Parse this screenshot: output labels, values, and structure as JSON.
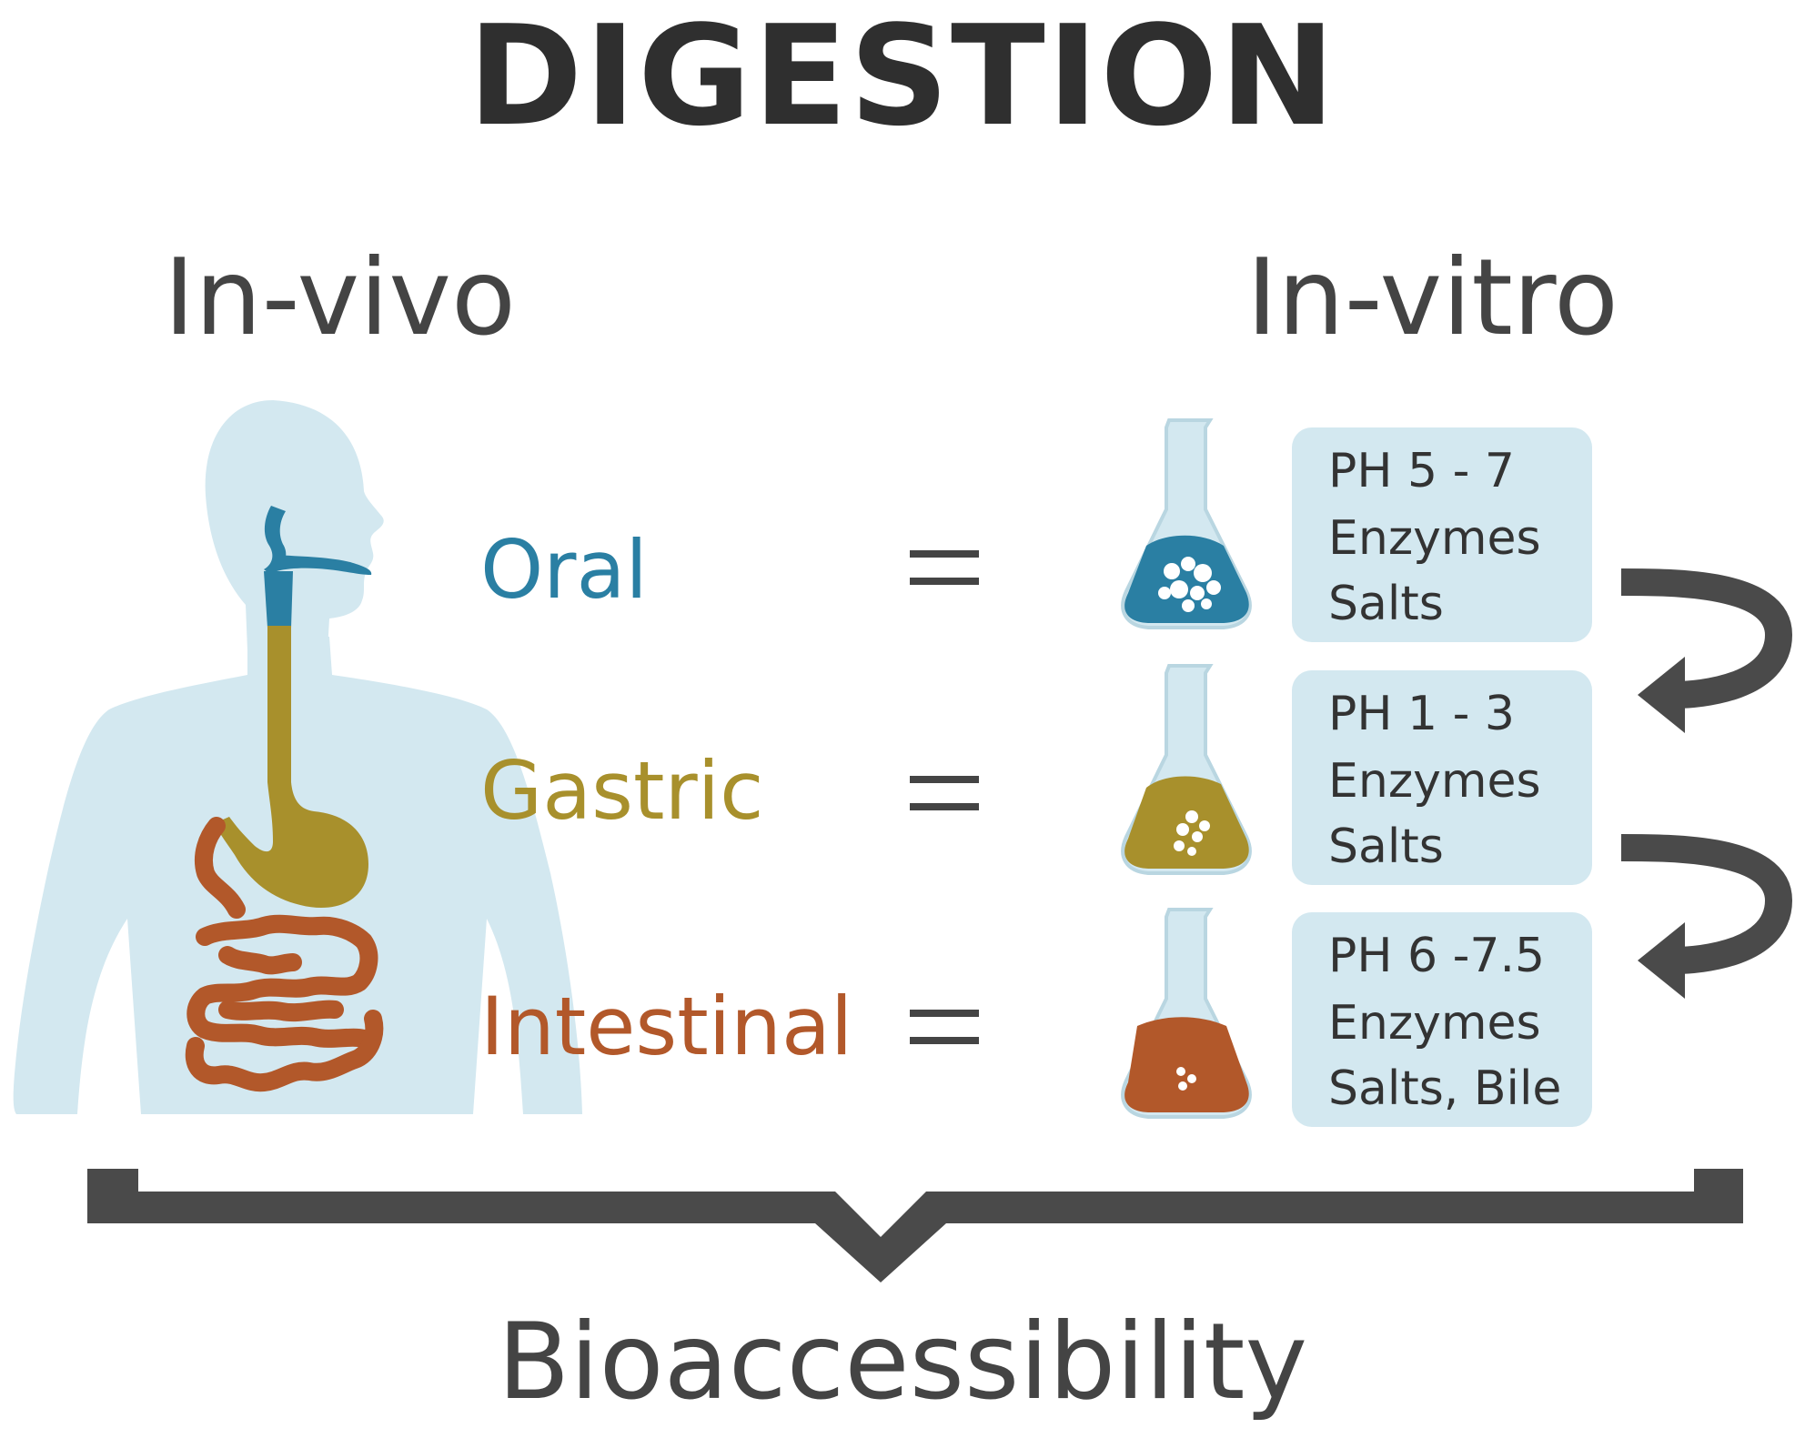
{
  "title": "DIGESTION",
  "headings": {
    "left": "In-vivo",
    "right": "In-vitro"
  },
  "stages": [
    {
      "label": "Oral",
      "color": "#2a7fa3"
    },
    {
      "label": "Gastric",
      "color": "#a8902c"
    },
    {
      "label": "Intestinal",
      "color": "#b2582a"
    }
  ],
  "conditions": [
    {
      "line1": "PH 5 - 7",
      "line2": "Enzymes",
      "line3": "Salts"
    },
    {
      "line1": "PH 1 - 3",
      "line2": "Enzymes",
      "line3": "Salts"
    },
    {
      "line1": "PH 6 -7.5",
      "line2": "Enzymes",
      "line3": "Salts, Bile"
    }
  ],
  "footer": "Bioaccessibility",
  "colors": {
    "body_fill": "#d3e8f0",
    "oral": "#2a7fa3",
    "gastric": "#a8902c",
    "intestinal": "#b2582a",
    "bracket": "#4a4a4a",
    "arrow": "#4a4a4a"
  },
  "icons": [
    "human-silhouette-icon",
    "flask-icon",
    "curved-arrow-icon",
    "equals-sign-icon",
    "bracket-icon"
  ]
}
